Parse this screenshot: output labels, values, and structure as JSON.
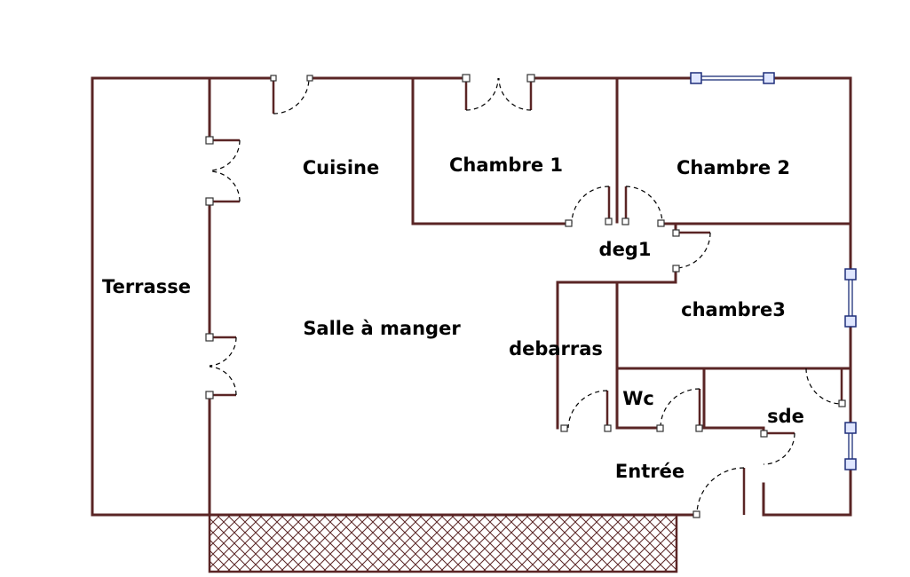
{
  "plan": {
    "colors": {
      "wall": "#5a2525",
      "window": "#3a4a8a",
      "hatch": "#5a2525"
    },
    "rooms": {
      "terrasse": "Terrasse",
      "cuisine": "Cuisine",
      "chambre1": "Chambre 1",
      "chambre2": "Chambre 2",
      "deg1": "deg1",
      "salle": "Salle à manger",
      "chambre3": "chambre3",
      "debarras": "debarras",
      "wc": "Wc",
      "sde": "sde",
      "entree": "Entrée"
    }
  }
}
